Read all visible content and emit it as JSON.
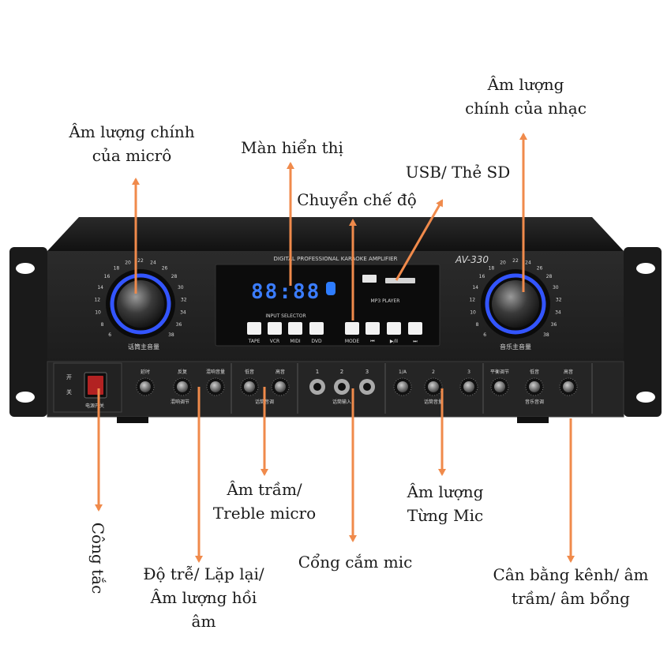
{
  "colors": {
    "arrow": "#f08a4b",
    "knob_ring": "#3355ff",
    "display": "#3b7dff",
    "chassis": "#1c1c1c"
  },
  "labels": {
    "mic_master_volume": [
      "Âm lượng chính",
      "của micrô"
    ],
    "display": "Màn hiển thị",
    "usb_sd": "USB/ Thẻ SD",
    "mode_switch": "Chuyển chế độ",
    "music_master_volume": [
      "Âm lượng",
      "chính của nhạc"
    ],
    "bass_treble_mic": [
      "Âm trầm/",
      "Treble micro"
    ],
    "each_mic_volume": [
      "Âm lượng",
      "Từng Mic"
    ],
    "power_switch": "Công tắc",
    "delay_repeat_echo": [
      "Độ trễ/ Lặp lại/",
      "Âm lượng hồi",
      "âm"
    ],
    "mic_jack": "Cổng cắm mic",
    "balance_bass_treble": [
      "Cân bằng kênh/ âm",
      "trầm/ âm bổng"
    ]
  },
  "device": {
    "header": "DIGITAL PROFESSIONAL KARAOKE AMPLIFIER",
    "model": "AV-330",
    "display_digits": "88:88",
    "input_selector": "INPUT SELECTOR",
    "mp3_player": "MP3 PLAYER",
    "buttons": [
      "TAPE",
      "VCR",
      "MIDI",
      "DVD",
      "MODE",
      "⏮",
      "▶/II",
      "⏭"
    ],
    "left_knob_label": "话筒主音量",
    "right_knob_label": "音乐主音量",
    "scale_left": [
      "6",
      "8",
      "10",
      "12",
      "14",
      "16",
      "18",
      "20",
      "22",
      "24",
      "26",
      "28",
      "30",
      "32",
      "34",
      "36",
      "38"
    ],
    "power_on": "开",
    "power_off": "关",
    "power_label": "电源开关",
    "echo_knobs": [
      "延时",
      "反复",
      "混响音量"
    ],
    "echo_group": "混响调节",
    "mic_tone_knobs": [
      "低音",
      "高音"
    ],
    "mic_tone_group": "话筒音调",
    "jacks": [
      "1",
      "2",
      "3"
    ],
    "jack_group": "话筒输入",
    "mic_vol_knobs": [
      "1/A",
      "2",
      "3"
    ],
    "mic_vol_group": "话筒音量",
    "music_tone_knobs": [
      "平衡调节",
      "低音",
      "高音"
    ],
    "music_tone_group": "音乐音调"
  }
}
